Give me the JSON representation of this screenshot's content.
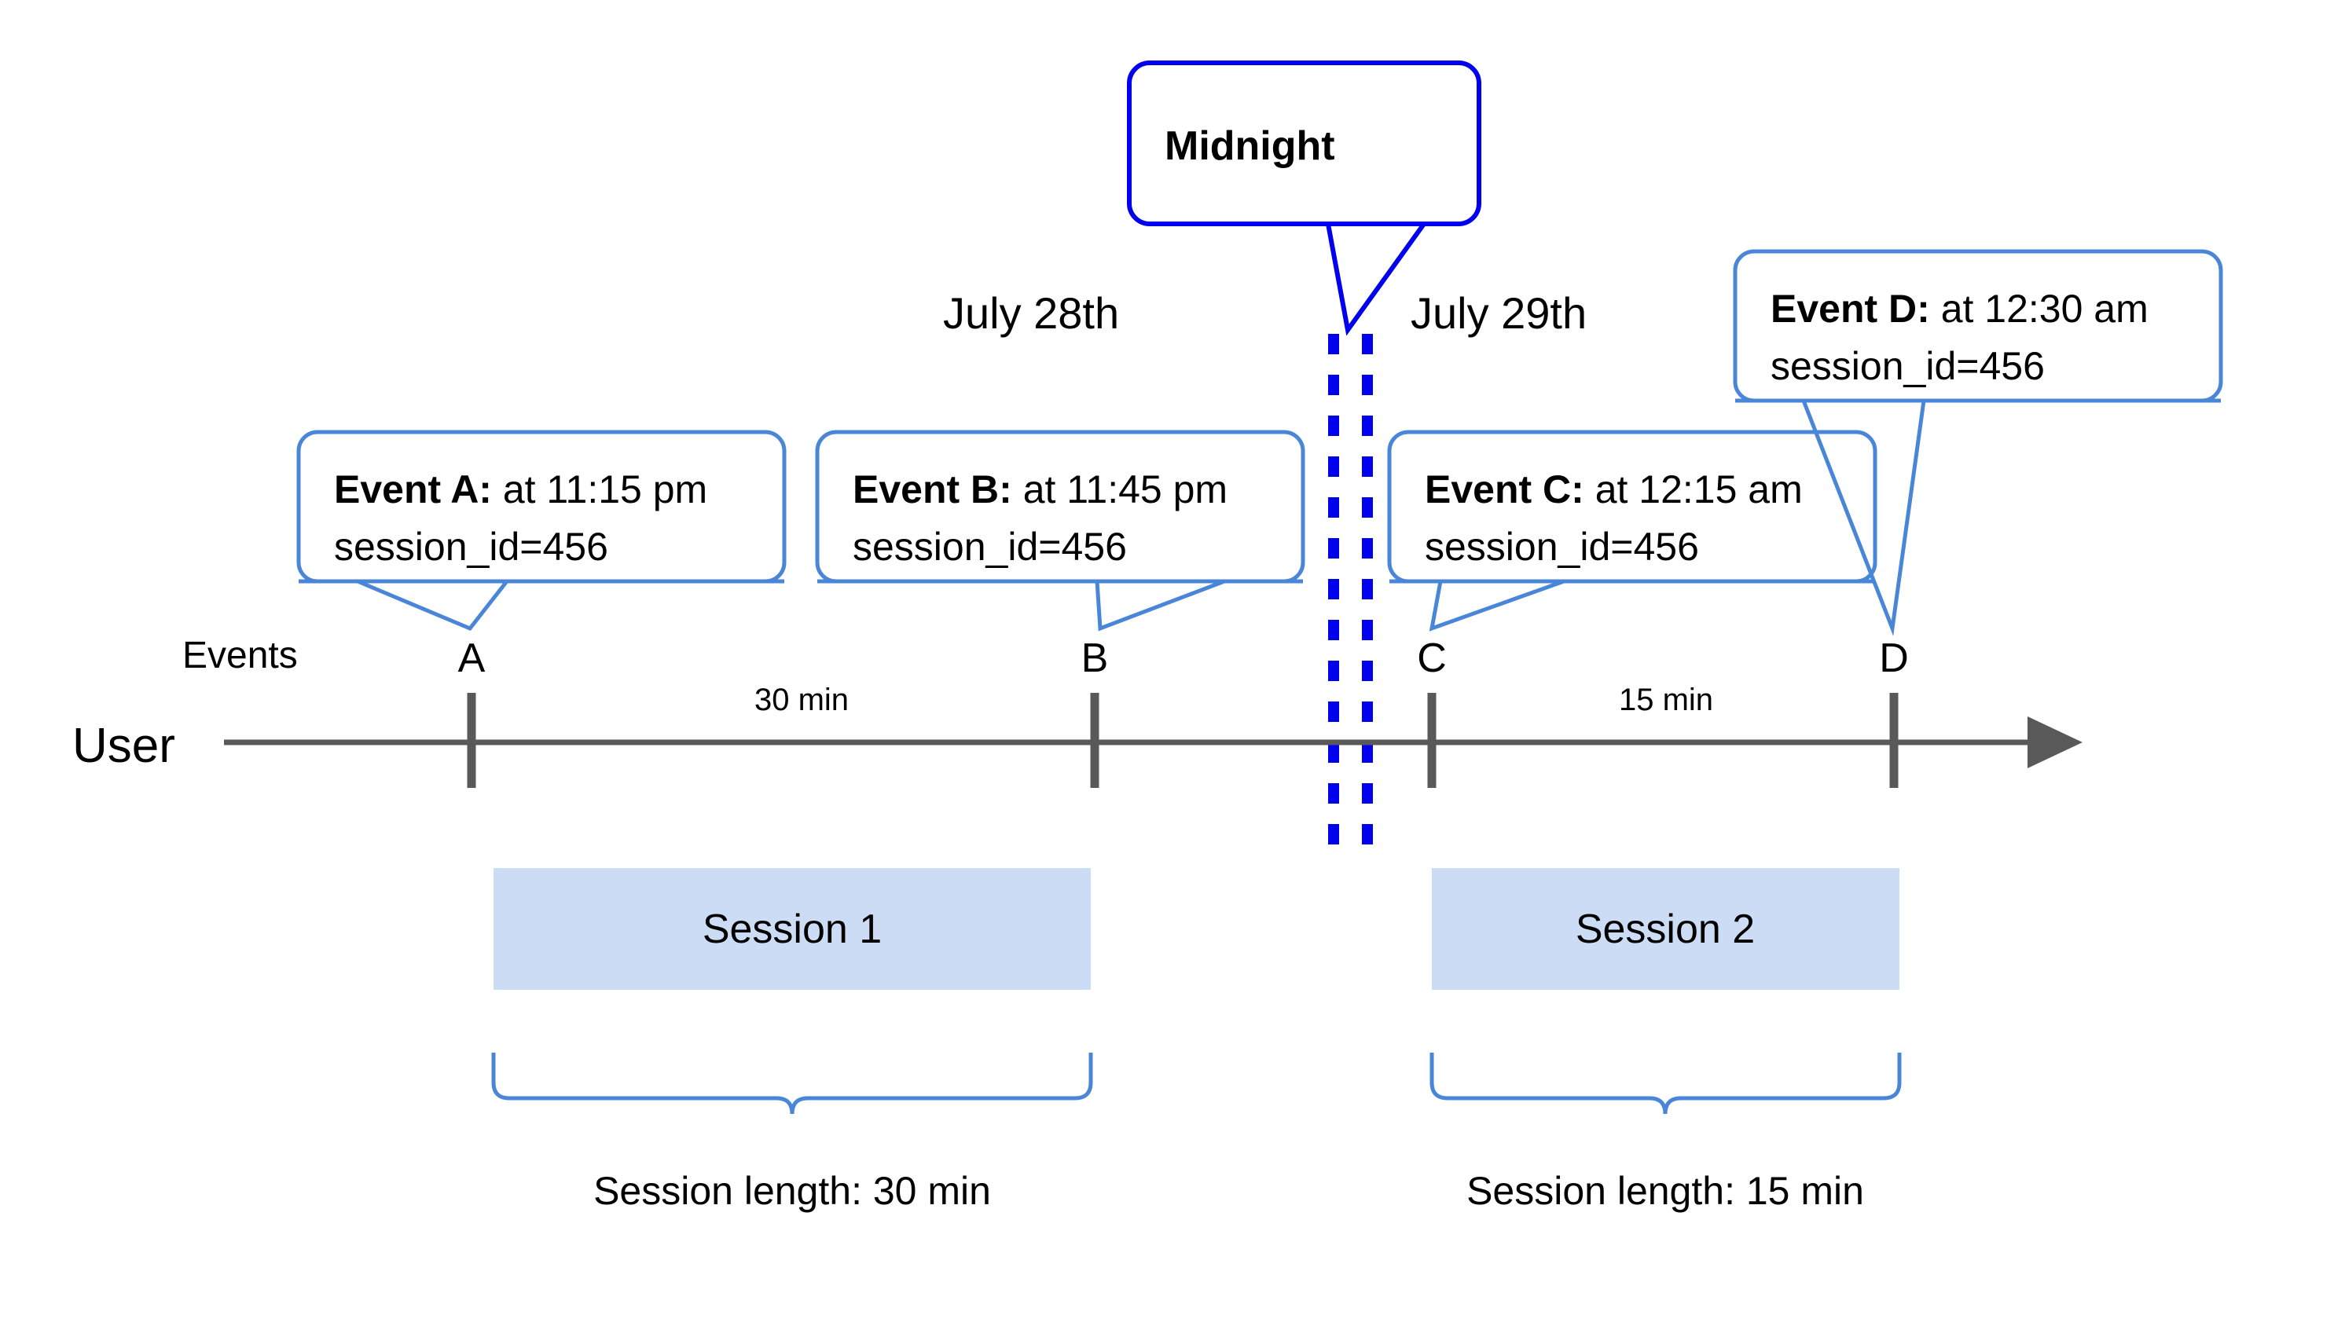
{
  "diagram": {
    "title_row_labels": {
      "user": "User",
      "events": "Events"
    },
    "dates": [
      {
        "label": "July 28th"
      },
      {
        "label": "July 29th"
      }
    ],
    "midnight": {
      "label": "Midnight",
      "border_color": "#0000ee"
    },
    "events": [
      {
        "tick": "A",
        "bold": "Event A:",
        "text": " at 11:15 pm",
        "line2": "session_id=456"
      },
      {
        "tick": "B",
        "bold": "Event B:",
        "text": " at 11:45 pm",
        "line2": "session_id=456"
      },
      {
        "tick": "C",
        "bold": "Event C:",
        "text": " at 12:15 am",
        "line2": "session_id=456"
      },
      {
        "tick": "D",
        "bold": "Event D:",
        "text": " at 12:30 am",
        "line2": "session_id=456"
      }
    ],
    "intervals": [
      {
        "label": "30 min"
      },
      {
        "label": "15 min"
      }
    ],
    "sessions": [
      {
        "label": "Session 1",
        "length_label": "Session length: 30 min"
      },
      {
        "label": "Session 2",
        "length_label": "Session length: 15 min"
      }
    ],
    "colors": {
      "callout_border": "#4a86d8",
      "midnight_blue": "#0000ee",
      "session_fill": "#ccdcf5",
      "axis_gray": "#595959"
    }
  }
}
